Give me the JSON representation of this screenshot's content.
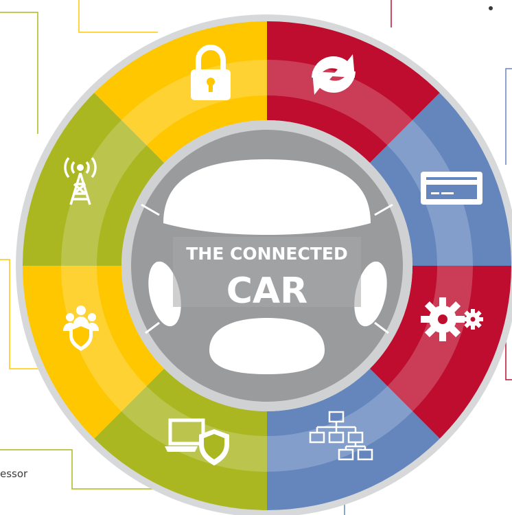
{
  "center": {
    "title_line1": "THE CONNECTED",
    "title_line2": "CAR"
  },
  "segments": [
    {
      "id": "security",
      "icon": "padlock-icon",
      "color": "#FFC700"
    },
    {
      "id": "updates",
      "icon": "circular-arrows-icon",
      "color": "#BE0D2E"
    },
    {
      "id": "payments",
      "icon": "credit-card-icon",
      "color": "#6486BD"
    },
    {
      "id": "services",
      "icon": "gears-icon",
      "color": "#BE0D2E"
    },
    {
      "id": "network",
      "icon": "hierarchy-network-icon",
      "color": "#6486BD"
    },
    {
      "id": "device-protection",
      "icon": "laptop-shield-icon",
      "color": "#ABB721"
    },
    {
      "id": "people-protection",
      "icon": "people-shield-icon",
      "color": "#FFC700"
    },
    {
      "id": "connectivity",
      "icon": "radio-tower-icon",
      "color": "#ABB721"
    }
  ],
  "text_fragments": {
    "bottom_left": "essor"
  },
  "colors": {
    "ring_border": "#D7D8DA",
    "wheel_outer": "#D0D1D3",
    "wheel_inner": "#9A9B9D",
    "wheel_white": "#ffffff",
    "text_dark": "#7D7E80",
    "olive_line": "#ABB721",
    "yellow_line": "#FFC700",
    "blue_line": "#6486BD",
    "red_line": "#BE0D2E"
  }
}
